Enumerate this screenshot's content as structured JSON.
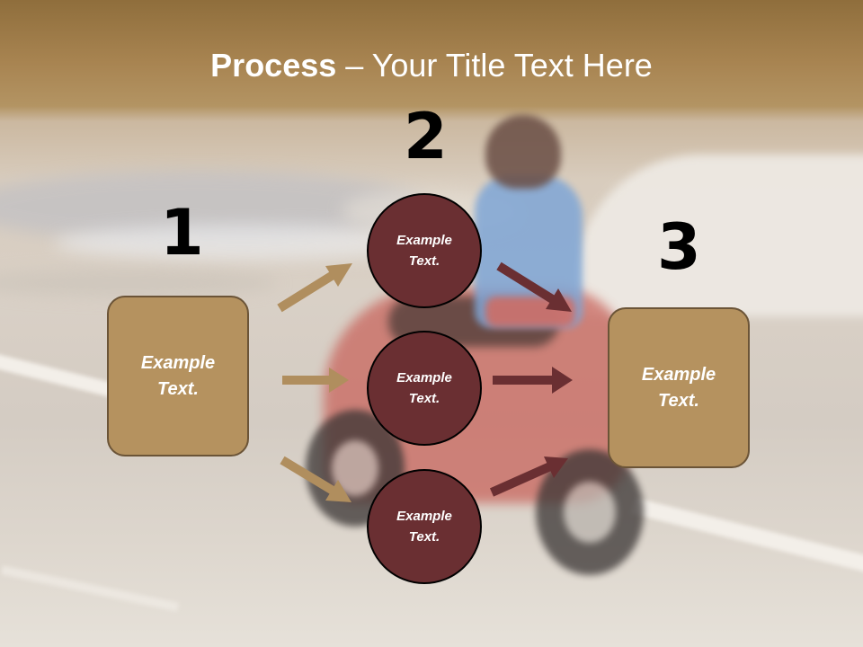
{
  "title": {
    "bold": "Process",
    "rest": " – Your Title Text Here"
  },
  "numbers": {
    "step1": "1",
    "step2": "2",
    "step3": "3"
  },
  "left_box": {
    "text": "Example Text."
  },
  "right_box": {
    "text": "Example Text."
  },
  "circles": [
    {
      "text": "Example Text."
    },
    {
      "text": "Example Text."
    },
    {
      "text": "Example Text."
    }
  ],
  "colors": {
    "box_fill": "#b5925f",
    "circle_fill": "#6a2f32",
    "arrow_left": "#b08e5e",
    "arrow_right": "#6a2f32"
  }
}
